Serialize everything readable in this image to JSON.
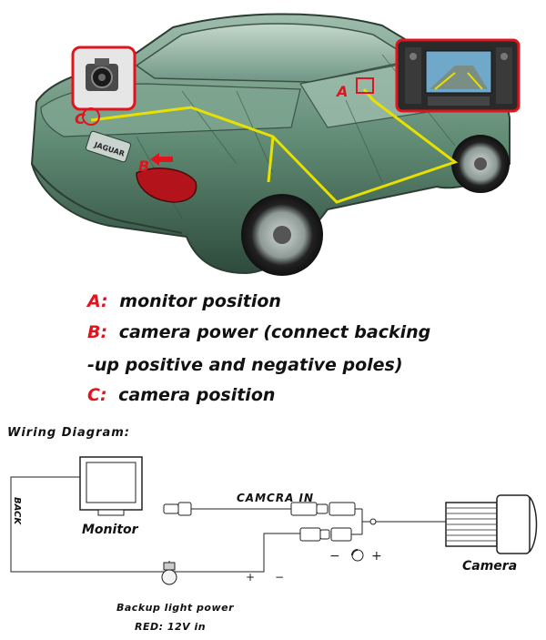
{
  "car": {
    "marker_a": "A",
    "marker_b": "B",
    "marker_c": "C",
    "badge": "JAGUAR"
  },
  "legend": {
    "a_key": "A:",
    "a_text": "monitor  position",
    "b_key": "B:",
    "b_text": "camera power (connect backing",
    "b_text_cont": "-up positive and negative poles)",
    "c_key": "C:",
    "c_text": "camera position"
  },
  "wiring": {
    "title": "Wiring Diagram:",
    "monitor_label": "Monitor",
    "back_label": "BACK",
    "camcra_in_label": "CAMCRA IN",
    "camera_label": "Camera",
    "backup_power_label": "Backup light power",
    "red_label": "RED: 12V in",
    "pole_minus": "−",
    "pole_plus": "+",
    "ground_plus": "+",
    "ground_minus": "−"
  },
  "colors": {
    "accent_red": "#e0141c",
    "wire_yellow": "#e8e000",
    "car_green": "#5f8a73"
  }
}
